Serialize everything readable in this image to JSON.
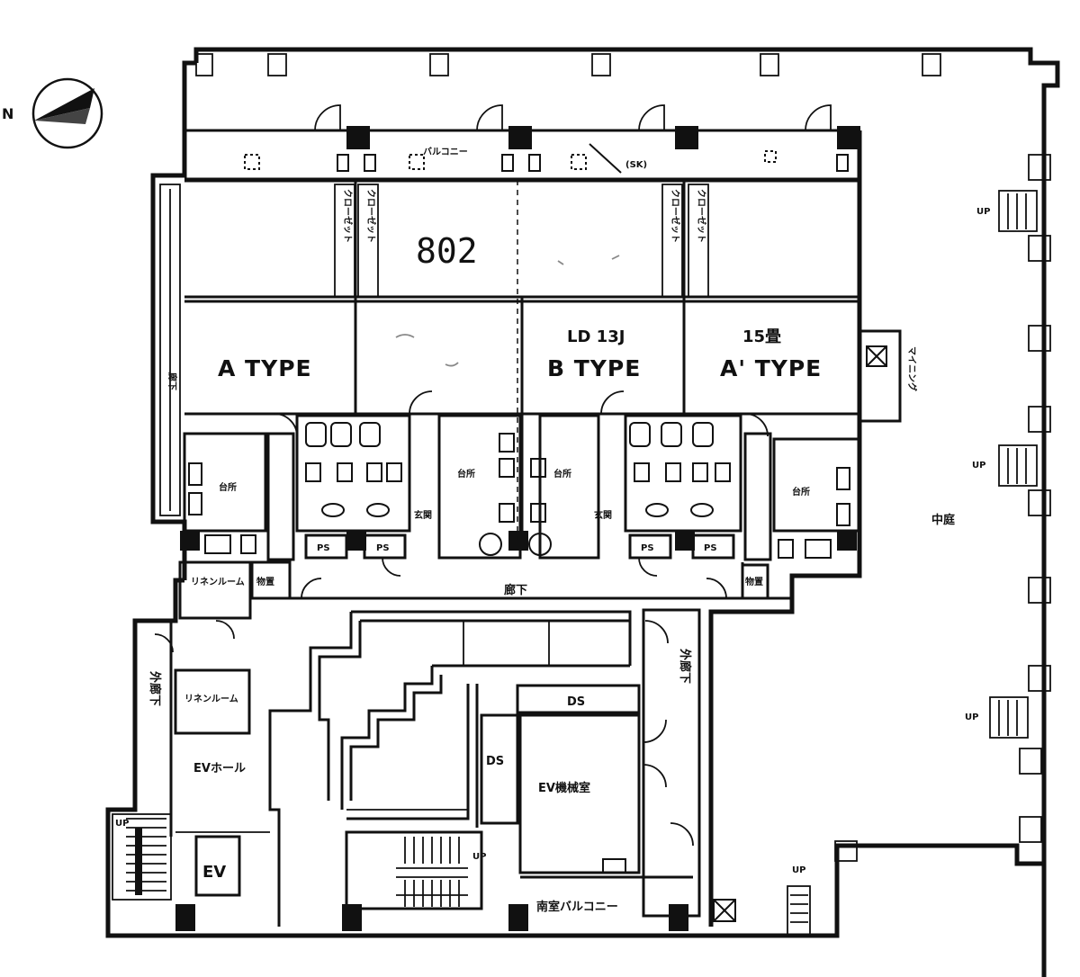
{
  "north_mark": "N",
  "units": {
    "room_number": "802",
    "a_type": "A TYPE",
    "b_type": "B TYPE",
    "b_type_ref": "LD 13J",
    "a2_type": "A' TYPE",
    "a2_type_ref": "15畳"
  },
  "labels": {
    "balcony_top": "バルコニー",
    "balcony_top_note": "(SK)",
    "hallway_top": "廊下",
    "hallway_main": "廊下",
    "courtyard": "中庭",
    "kitchen": "台所",
    "entrance": "玄関",
    "pipe_shaft": "PS",
    "closet": "クローゼット",
    "linen_room": "リネンルーム",
    "linen_room_2": "リネンルーム",
    "ev_hall": "EVホール",
    "ev": "EV",
    "ev_machine_room": "EV機械室",
    "duct_space": "DS",
    "corridor_left": "外廊下",
    "corridor_right": "外廊下",
    "balcony_bottom": "南室バルコニー",
    "storage": "物置",
    "up": "UP",
    "car_parking_note": "マイニング"
  }
}
